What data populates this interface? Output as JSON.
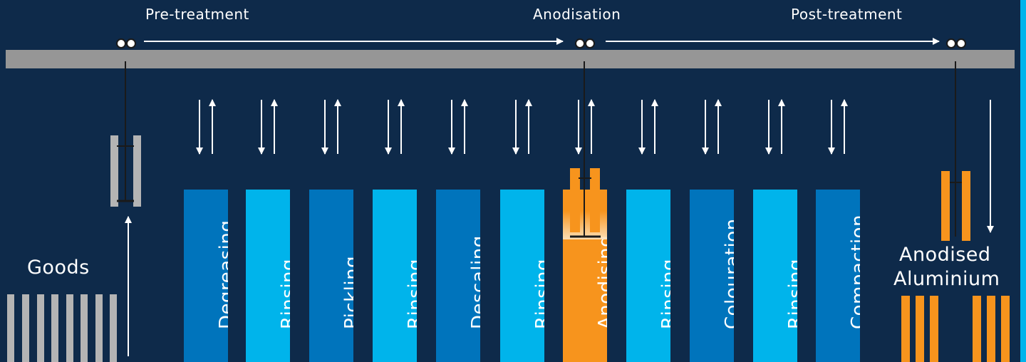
{
  "phases": [
    {
      "label": "Pre-treatment"
    },
    {
      "label": "Anodisation"
    },
    {
      "label": "Post-treatment"
    }
  ],
  "goods_label": "Goods",
  "output_label_line1": "Anodised",
  "output_label_line2": "Aluminium",
  "tanks": [
    {
      "label": "Degreasing",
      "color": "#0074bc"
    },
    {
      "label": "Rinsing",
      "color": "#00b4eb"
    },
    {
      "label": "Pickling",
      "color": "#0074bc"
    },
    {
      "label": "Rinsing",
      "color": "#00b4eb"
    },
    {
      "label": "Descaling",
      "color": "#0074bc"
    },
    {
      "label": "Rinsing",
      "color": "#00b4eb"
    },
    {
      "label": "Anodising",
      "color": "#f7941d"
    },
    {
      "label": "Rinsing",
      "color": "#00b4eb"
    },
    {
      "label": "Colouration",
      "color": "#0074bc"
    },
    {
      "label": "Rinsing",
      "color": "#00b4eb"
    },
    {
      "label": "Compaction",
      "color": "#0074bc"
    }
  ],
  "colors": {
    "background": "#0e2a4a",
    "rail": "#969696",
    "raw_goods": "#b4b4b4",
    "anodised": "#f7941d",
    "arrow": "#ffffff",
    "accent": "#00b4eb"
  }
}
